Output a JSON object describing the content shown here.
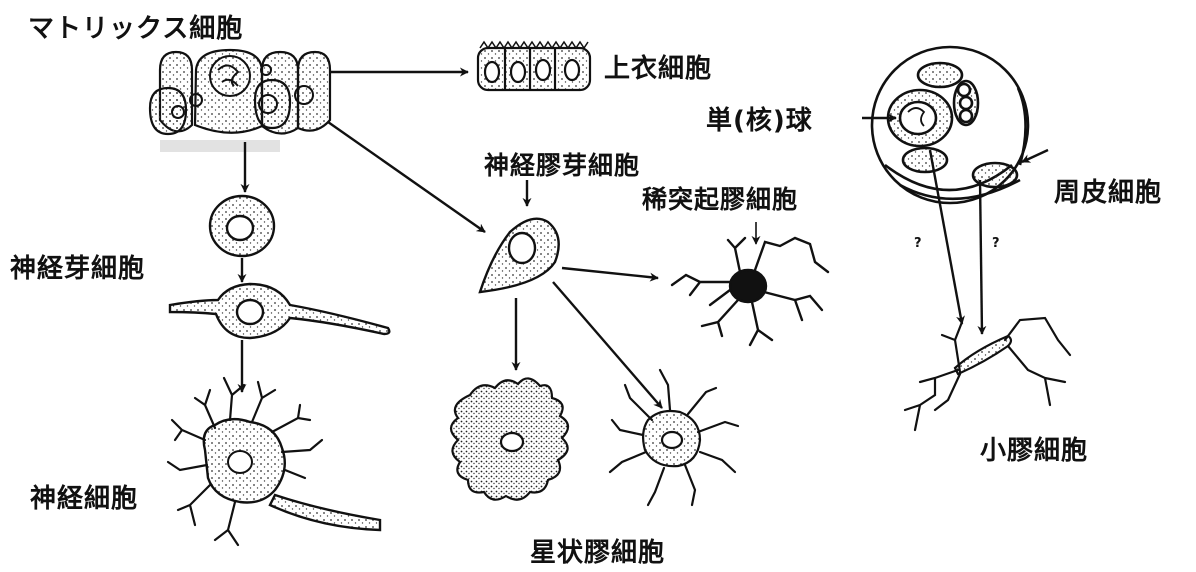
{
  "labels": {
    "matrix": "マトリックス細胞",
    "ependymal": "上衣細胞",
    "neuroblast": "神経芽細胞",
    "neuron": "神経細胞",
    "glioblast": "神経膠芽細胞",
    "oligodendrocyte": "稀突起膠細胞",
    "astrocyte": "星状膠細胞",
    "monocyte": "単(核)球",
    "pericyte": "周皮細胞",
    "microglia": "小膠細胞",
    "question_1": "?",
    "question_2": "?"
  }
}
